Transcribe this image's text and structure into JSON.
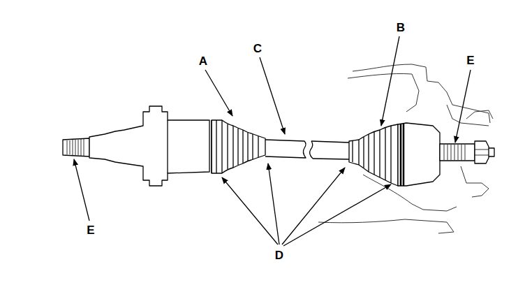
{
  "diagram": {
    "labels": [
      "A",
      "C",
      "B",
      "E",
      "E",
      "D"
    ]
  }
}
